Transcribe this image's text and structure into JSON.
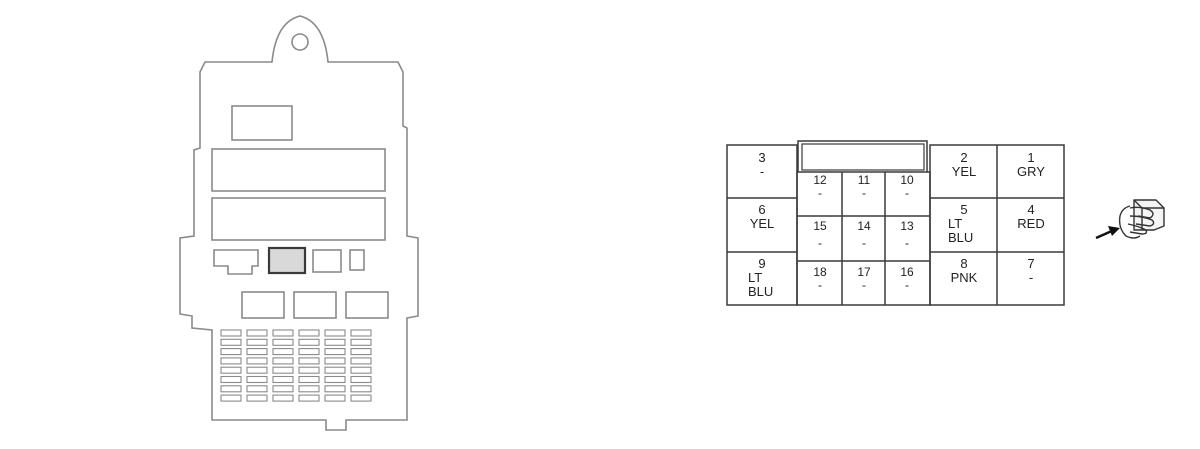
{
  "connector": {
    "pins": [
      {
        "id": "pin-3",
        "num": "3",
        "lines": [
          "-"
        ]
      },
      {
        "id": "pin-2",
        "num": "2",
        "lines": [
          "YEL"
        ]
      },
      {
        "id": "pin-1",
        "num": "1",
        "lines": [
          "GRY"
        ]
      },
      {
        "id": "pin-12",
        "num": "12",
        "lines": [
          "-"
        ]
      },
      {
        "id": "pin-11",
        "num": "11",
        "lines": [
          "-"
        ]
      },
      {
        "id": "pin-10",
        "num": "10",
        "lines": [
          "-"
        ]
      },
      {
        "id": "pin-6",
        "num": "6",
        "lines": [
          "YEL"
        ]
      },
      {
        "id": "pin-5",
        "num": "5",
        "lines": [
          "LT",
          "BLU"
        ]
      },
      {
        "id": "pin-4",
        "num": "4",
        "lines": [
          "RED"
        ]
      },
      {
        "id": "pin-15",
        "num": "15",
        "lines": [
          "-"
        ]
      },
      {
        "id": "pin-14",
        "num": "14",
        "lines": [
          "-"
        ]
      },
      {
        "id": "pin-13",
        "num": "13",
        "lines": [
          "-"
        ]
      },
      {
        "id": "pin-9",
        "num": "9",
        "lines": [
          "LT",
          "BLU"
        ]
      },
      {
        "id": "pin-8",
        "num": "8",
        "lines": [
          "PNK"
        ]
      },
      {
        "id": "pin-7",
        "num": "7",
        "lines": [
          "-"
        ]
      },
      {
        "id": "pin-18",
        "num": "18",
        "lines": [
          "-"
        ]
      },
      {
        "id": "pin-17",
        "num": "17",
        "lines": [
          "-"
        ]
      },
      {
        "id": "pin-16",
        "num": "16",
        "lines": [
          "-"
        ]
      }
    ]
  },
  "highlighted_relay": "center-relay",
  "icons": {
    "hand": "hand-pointing-connector-icon"
  }
}
